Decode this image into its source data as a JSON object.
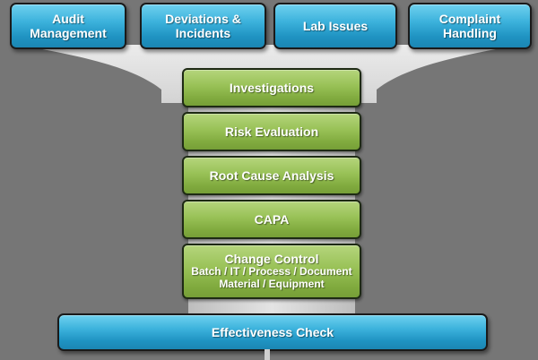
{
  "sources": [
    {
      "line1": "Audit",
      "line2": "Management"
    },
    {
      "line1": "Deviations &",
      "line2": "Incidents"
    },
    {
      "line1": "Lab Issues",
      "line2": ""
    },
    {
      "line1": "Complaint",
      "line2": "Handling"
    }
  ],
  "steps": {
    "investigations": "Investigations",
    "risk_evaluation": "Risk Evaluation",
    "root_cause_analysis": "Root Cause Analysis",
    "capa": "CAPA",
    "change_control": {
      "title": "Change Control",
      "detail1": "Batch / IT / Process / Document",
      "detail2": "Material / Equipment"
    }
  },
  "final_step": "Effectiveness Check",
  "colors": {
    "background": "#767676",
    "source_box": "#2ba2d0",
    "step_box": "#8fb84c",
    "funnel": "#e6e6e6"
  }
}
